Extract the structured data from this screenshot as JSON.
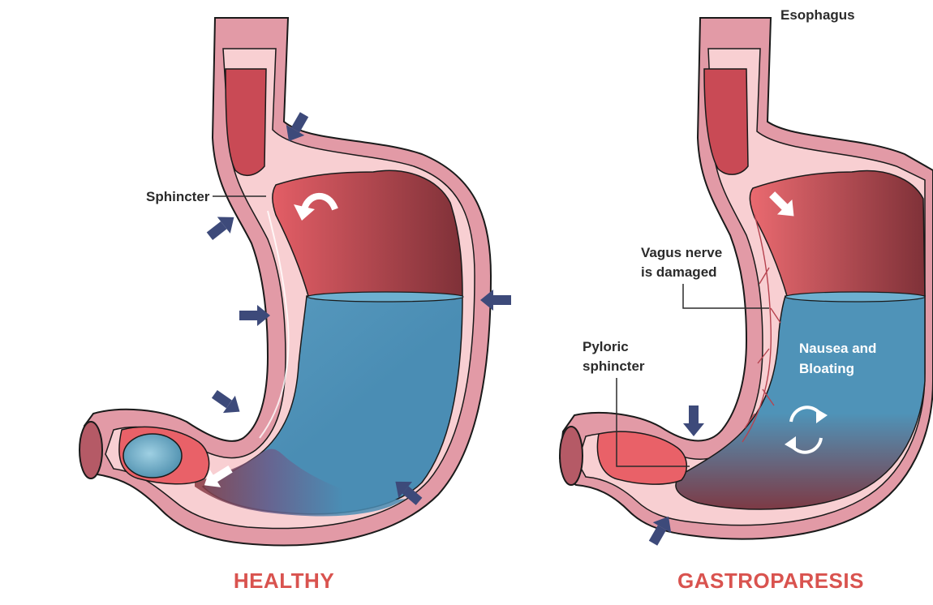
{
  "diagram": {
    "healthy": {
      "title": "HEALTHY",
      "labels": {
        "sphincter": "Sphincter"
      }
    },
    "gastroparesis": {
      "title": "GASTROPARESIS",
      "labels": {
        "esophagus": "Esophagus",
        "vagus_line1": "Vagus nerve",
        "vagus_line2": "is damaged",
        "pyloric_line1": "Pyloric",
        "pyloric_line2": "sphincter",
        "nausea_line1": "Nausea and",
        "nausea_line2": "Bloating"
      }
    }
  },
  "colors": {
    "title": "#d9534f",
    "arrow": "#3d4a7a",
    "wall_outer": "#d98c9a",
    "wall_inner": "#f7c6c9",
    "lumen_red": "#8e3a3f",
    "lumen_red_light": "#e16068",
    "fluid_blue": "#4f93b8",
    "outline": "#1a1a1a"
  }
}
